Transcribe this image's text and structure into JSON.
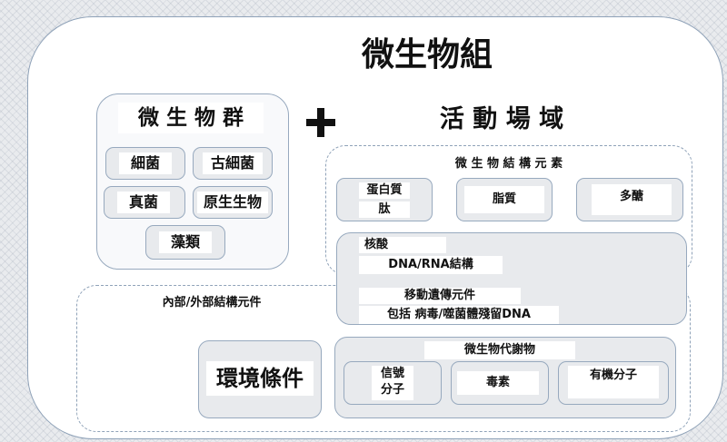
{
  "title": "微生物組",
  "microbiota": {
    "heading": "微 生 物 群",
    "items": [
      "細菌",
      "古細菌",
      "真菌",
      "原生生物",
      "藻類"
    ]
  },
  "theatre": {
    "heading": "活 動 場 域",
    "structural": {
      "heading": "微 生 物 結 構 元 素",
      "protein": [
        "蛋白質",
        "肽"
      ],
      "lipid": "脂質",
      "polysaccharide": "多醣",
      "nucleic": [
        "核酸",
        "DNA/RNA結構"
      ],
      "mobile": [
        "移動遺傳元件",
        "包括 病毒/噬菌體殘留DNA"
      ]
    },
    "internal_external": "內部/外部結構元件",
    "environment": "環境條件",
    "metabolites": {
      "heading": "微生物代謝物",
      "signal": [
        "信號",
        "分子"
      ],
      "toxin": "毒素",
      "organic": "有機分子"
    }
  },
  "colors": {
    "box_border": "#97a9be",
    "box_fill": "#e8eaed",
    "text": "#111111"
  }
}
